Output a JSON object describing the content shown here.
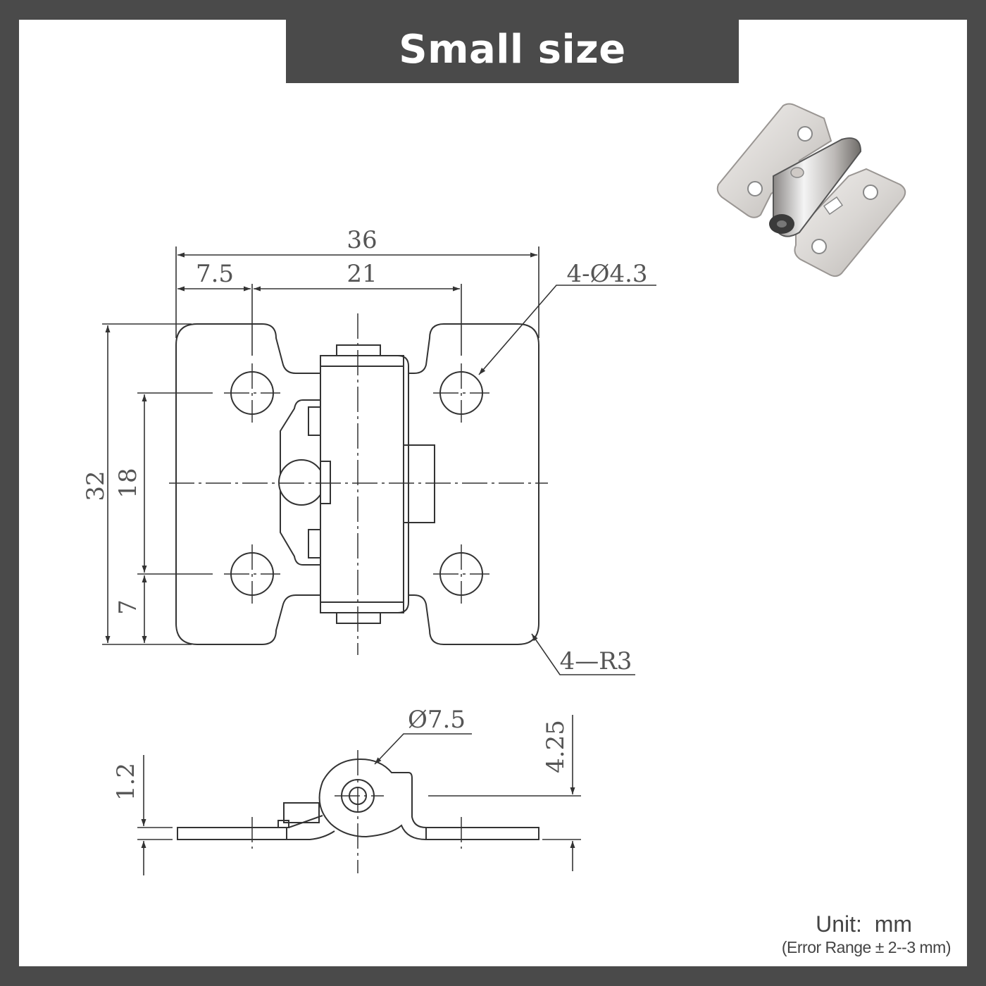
{
  "title": "Small size",
  "dimensions": {
    "overall_width": "36",
    "edge_to_hole": "7.5",
    "hole_spacing_x": "21",
    "hole_callout": "4-Ø4.3",
    "overall_height": "32",
    "hole_spacing_y": "18",
    "edge_to_hole_y": "7",
    "corner_radius": "4—R3",
    "pin_diameter": "Ø7.5",
    "knuckle_height": "4.25",
    "plate_thickness": "1.2"
  },
  "unit": {
    "label": "Unit:  mm",
    "error_range": "(Error Range ± 2--3 mm)"
  },
  "colors": {
    "frame": "#4a4a4a",
    "background": "#ffffff",
    "line": "#333333",
    "text": "#555555"
  }
}
